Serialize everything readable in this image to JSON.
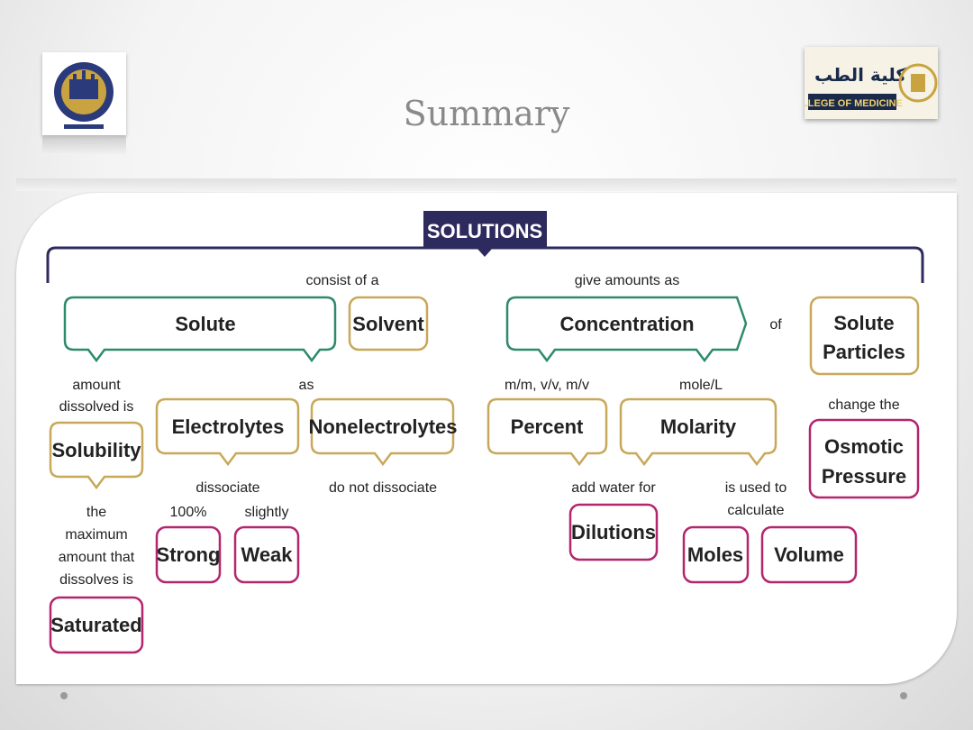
{
  "slide": {
    "title": "Summary",
    "logo_right_text": "كلية الطب",
    "logo_right_sub": "LLEGE OF MEDICINE"
  },
  "diagram": {
    "root": "SOLUTIONS",
    "labels": {
      "consist_of_a": "consist of a",
      "give_amounts_as": "give amounts as",
      "of": "of",
      "amount_dissolved_is": [
        "amount",
        "dissolved is"
      ],
      "as": "as",
      "mmvv": "m/m, v/v, m/v",
      "mole_l": "mole/L",
      "change_the": "change the",
      "dissociate": "dissociate",
      "do_not_dissociate": "do not dissociate",
      "add_water_for": "add water for",
      "is_used_to_calculate": [
        "is used to",
        "calculate"
      ],
      "the_maximum": [
        "the",
        "maximum",
        "amount that",
        "dissolves is"
      ],
      "pct100": "100%",
      "slightly": "slightly"
    },
    "nodes": {
      "solute": "Solute",
      "solvent": "Solvent",
      "concentration": "Concentration",
      "solute_particles": [
        "Solute",
        "Particles"
      ],
      "solubility": "Solubility",
      "electrolytes": "Electrolytes",
      "nonelectrolytes": "Nonelectrolytes",
      "percent": "Percent",
      "molarity": "Molarity",
      "osmotic_pressure": [
        "Osmotic",
        "Pressure"
      ],
      "strong": "Strong",
      "weak": "Weak",
      "dilutions": "Dilutions",
      "moles": "Moles",
      "volume": "Volume",
      "saturated": "Saturated"
    },
    "colors": {
      "navy": "#2d2a5e",
      "green": "#2e8a6a",
      "gold": "#c8a85a",
      "magenta": "#b3266e"
    }
  }
}
